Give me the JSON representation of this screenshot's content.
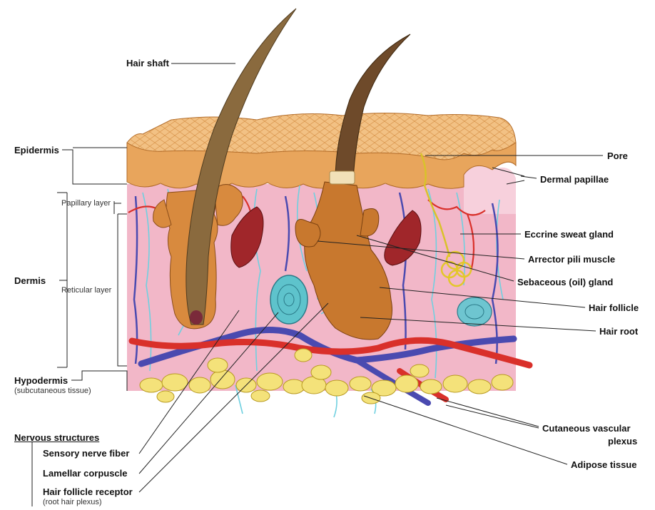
{
  "labels": {
    "hair_shaft": "Hair shaft",
    "epidermis": "Epidermis",
    "papillary_layer": "Papillary layer",
    "dermis": "Dermis",
    "reticular_layer": "Reticular layer",
    "hypodermis": "Hypodermis",
    "hypodermis_sub": "(subcutaneous tissue)",
    "nervous_structures": "Nervous structures",
    "sensory_nerve_fiber": "Sensory nerve fiber",
    "lamellar_corpuscle": "Lamellar corpuscle",
    "hair_follicle_receptor": "Hair follicle receptor",
    "hair_follicle_receptor_sub": "(root hair plexus)",
    "pore": "Pore",
    "dermal_papillae": "Dermal papillae",
    "eccrine_sweat_gland": "Eccrine sweat gland",
    "arrector_pili_muscle": "Arrector pili muscle",
    "sebaceous_gland": "Sebaceous (oil) gland",
    "hair_follicle": "Hair follicle",
    "hair_root": "Hair root",
    "cutaneous_vascular_plexus_1": "Cutaneous vascular",
    "cutaneous_vascular_plexus_2": "plexus",
    "adipose_tissue": "Adipose tissue"
  },
  "colors": {
    "epidermis": "#e8a55c",
    "epidermis_top": "#f2c184",
    "dermis": "#f2b7c8",
    "hair": "#8a6a3e",
    "follicle": "#c8782e",
    "sebaceous": "#a0262a",
    "artery": "#d9302a",
    "vein": "#4a4ab0",
    "nerve": "#6fd0e0",
    "corpuscle": "#5ec3cc",
    "fat": "#f4e27a",
    "sweat_gland": "#f3e035",
    "leader": "#222222"
  }
}
